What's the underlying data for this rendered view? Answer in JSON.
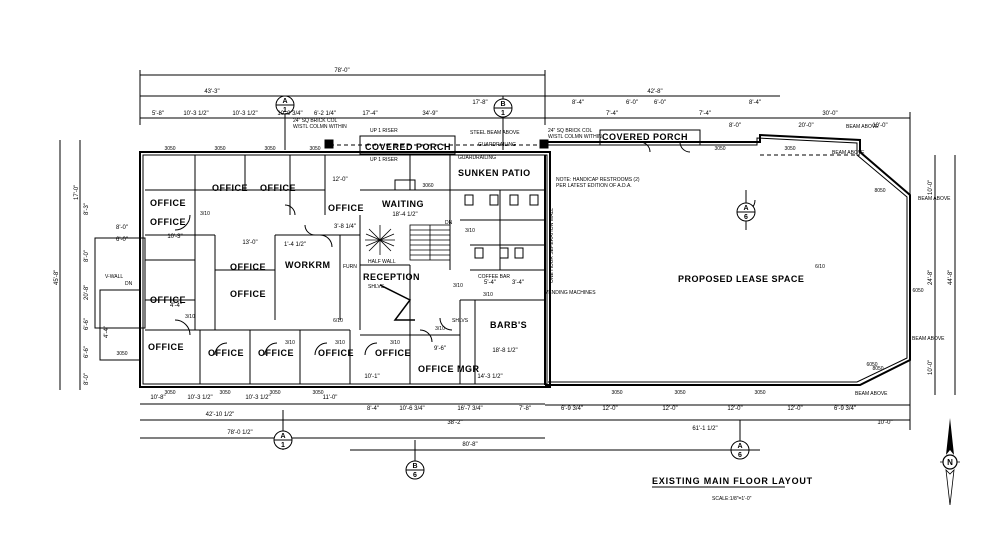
{
  "title": "EXISTING MAIN FLOOR LAYOUT",
  "scale": "SCALE:1/8\"=1'-0\"",
  "north_label": "N",
  "rooms": {
    "covered_porch_left": "COVERED PORCH",
    "covered_porch_right": "COVERED PORCH",
    "sunken_patio": "SUNKEN PATIO",
    "waiting": "WAITING",
    "reception": "RECEPTION",
    "workrm": "WORKRM",
    "office_mgr": "OFFICE MGR",
    "barbs": "BARB'S",
    "proposed_lease": "PROPOSED LEASE SPACE",
    "coffee_bar": "COFFEE BAR",
    "vending": "VENDING MACHINES",
    "office": "OFFICE",
    "dn": "DN",
    "half_wall": "HALF WALL",
    "furn": "FURN"
  },
  "notes": {
    "handicap_1": "NOTE: HANDICAP RESTROOMS (2)",
    "handicap_2": "PER LATEST EDITION OF A.D.A.",
    "brick_col_l1": "24\" SQ BRICK COL",
    "brick_col_l2": "W/STL COLMN WITHIN",
    "brick_col_r1": "24\" SQ BRICK COL",
    "brick_col_r2": "W/STL COLMN WITHIN",
    "steel_beam": "STEEL BEAM ABOVE",
    "guardrailing_1": "GUARDRAILING",
    "guardrailing_2": "GUARDRAILING",
    "riser_1": "UP 1 RISER",
    "riser_2": "UP 1 RISER",
    "separation_wall": "ONE HOUR SEPERATION WALL",
    "beam_above_1": "BEAM ABOVE",
    "beam_above_2": "BEAM ABOVE",
    "beam_above_3": "BEAM ABOVE",
    "beam_above_4": "BEAM ABOVE",
    "beam_above_5": "BEAM ABOVE",
    "shlvs_1": "SHLVS",
    "shlvs_2": "SHLVS",
    "v_wall": "V-WALL",
    "dn2": "DN"
  },
  "overall_dims": {
    "top_total": "78'-0\"",
    "top_left": "43'-3\"",
    "top_right": "42'-8\"",
    "top_mid": "17'-8\"",
    "bottom_left": "42'-10 1/2\"",
    "bottom_total_left": "78'-0 1/2\"",
    "bottom_mid": "38'-2\"",
    "bottom_total": "80'-8\"",
    "bottom_right": "61'-1 1/2\"",
    "bottom_far_right": "10'-0\"",
    "left_total": "45'-8\"",
    "right_total": "44'-8\"",
    "left_top": "17'-0\"",
    "right_mid": "24'-8\"",
    "right_top": "10'-0\"",
    "right_bottom": "10'-0\""
  },
  "top_dims": [
    "5'-8\"",
    "10'-3 1/2\"",
    "10'-3 1/2\"",
    "10'-9 3/4\"",
    "6'-2 1/4\"",
    "17'-4\"",
    "34'-9\"",
    "8'-4\"",
    "7'-4\"",
    "6'-0\"",
    "6'-0\"",
    "7'-4\"",
    "8'-4\"",
    "8'-0\"",
    "20'-0\"",
    "30'-0\"",
    "10'-0\""
  ],
  "bottom_dims": [
    "10'-8\"",
    "10'-3 1/2\"",
    "10'-3 1/2\"",
    "11'-0\"",
    "8'-4\"",
    "10'-6 3/4\"",
    "16'-7 3/4\"",
    "7'-8\"",
    "6'-9 3/4\"",
    "12'-0\"",
    "12'-0\"",
    "12'-0\"",
    "12'-0\"",
    "6'-9 3/4\""
  ],
  "interior_dims": [
    "13'-0\"",
    "12'-0\"",
    "10'-3\"",
    "5'-4\"",
    "3'-4\"",
    "10'-1\"",
    "14'-3 1/2\"",
    "18'-8 1/2\"",
    "8'-0\"",
    "6'-0\"",
    "4'-4\"",
    "18'-4 1/2\"",
    "3'-8 1/4\"",
    "9'-6\"",
    "1'-4 1/2\"",
    "8'-3\"",
    "8'-0\"",
    "6'-6\"",
    "20'-8\"",
    "4'-4\"",
    "6'-6\"",
    "8'-0\""
  ],
  "door_tags": [
    "3050",
    "3050",
    "3050",
    "3050",
    "3050",
    "3050",
    "3050",
    "3050",
    "3050",
    "3050",
    "3050",
    "3050",
    "3050",
    "3050",
    "6050",
    "6050",
    "8050",
    "8050",
    "3060"
  ],
  "door_small": [
    "3/10",
    "3/10",
    "3/10",
    "3/10",
    "3/10",
    "3/10",
    "3/10",
    "6/10",
    "6/10",
    "3/10",
    "3/10"
  ],
  "section_marks": [
    {
      "num": "A",
      "sheet": "1"
    },
    {
      "num": "B",
      "sheet": "1"
    },
    {
      "num": "A",
      "sheet": "6"
    },
    {
      "num": "A",
      "sheet": "1"
    },
    {
      "num": "B",
      "sheet": "6"
    },
    {
      "num": "A",
      "sheet": "6"
    }
  ],
  "colors": {
    "line": "#000000",
    "background": "#ffffff"
  }
}
